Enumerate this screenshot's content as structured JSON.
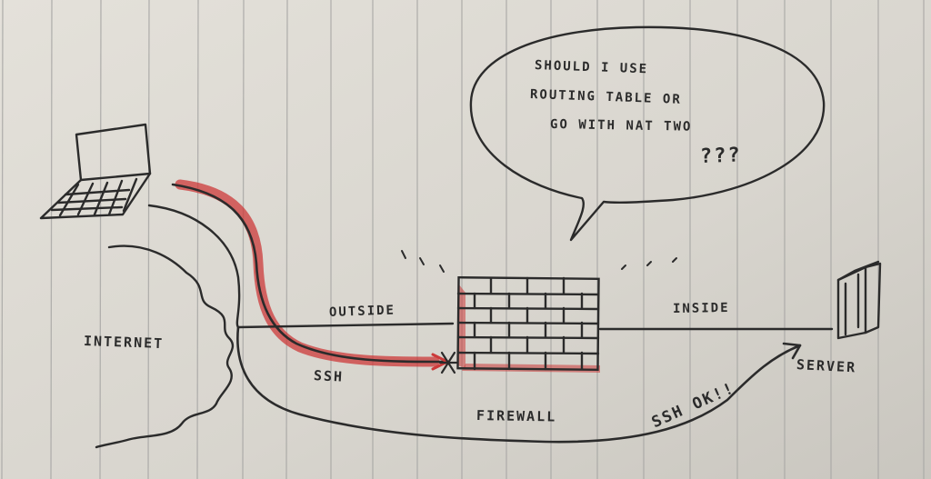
{
  "diagram": {
    "labels": {
      "internet": "INTERNET",
      "outside": "OUTSIDE",
      "inside": "INSIDE",
      "ssh": "SSH",
      "firewall": "FIREWALL",
      "server": "SERVER",
      "ssh_ok": "SSH OK!!"
    },
    "speech_bubble": {
      "line1": "SHOULD I USE",
      "line2": "ROUTING TABLE OR",
      "line3": "GO WITH NAT TWO",
      "line4": "???"
    }
  },
  "colors": {
    "paper": "#d9d6cf",
    "rule_line": "#a9a8a6",
    "ink": "#2b2b2b",
    "red_highlight": "#cc3a3a"
  }
}
